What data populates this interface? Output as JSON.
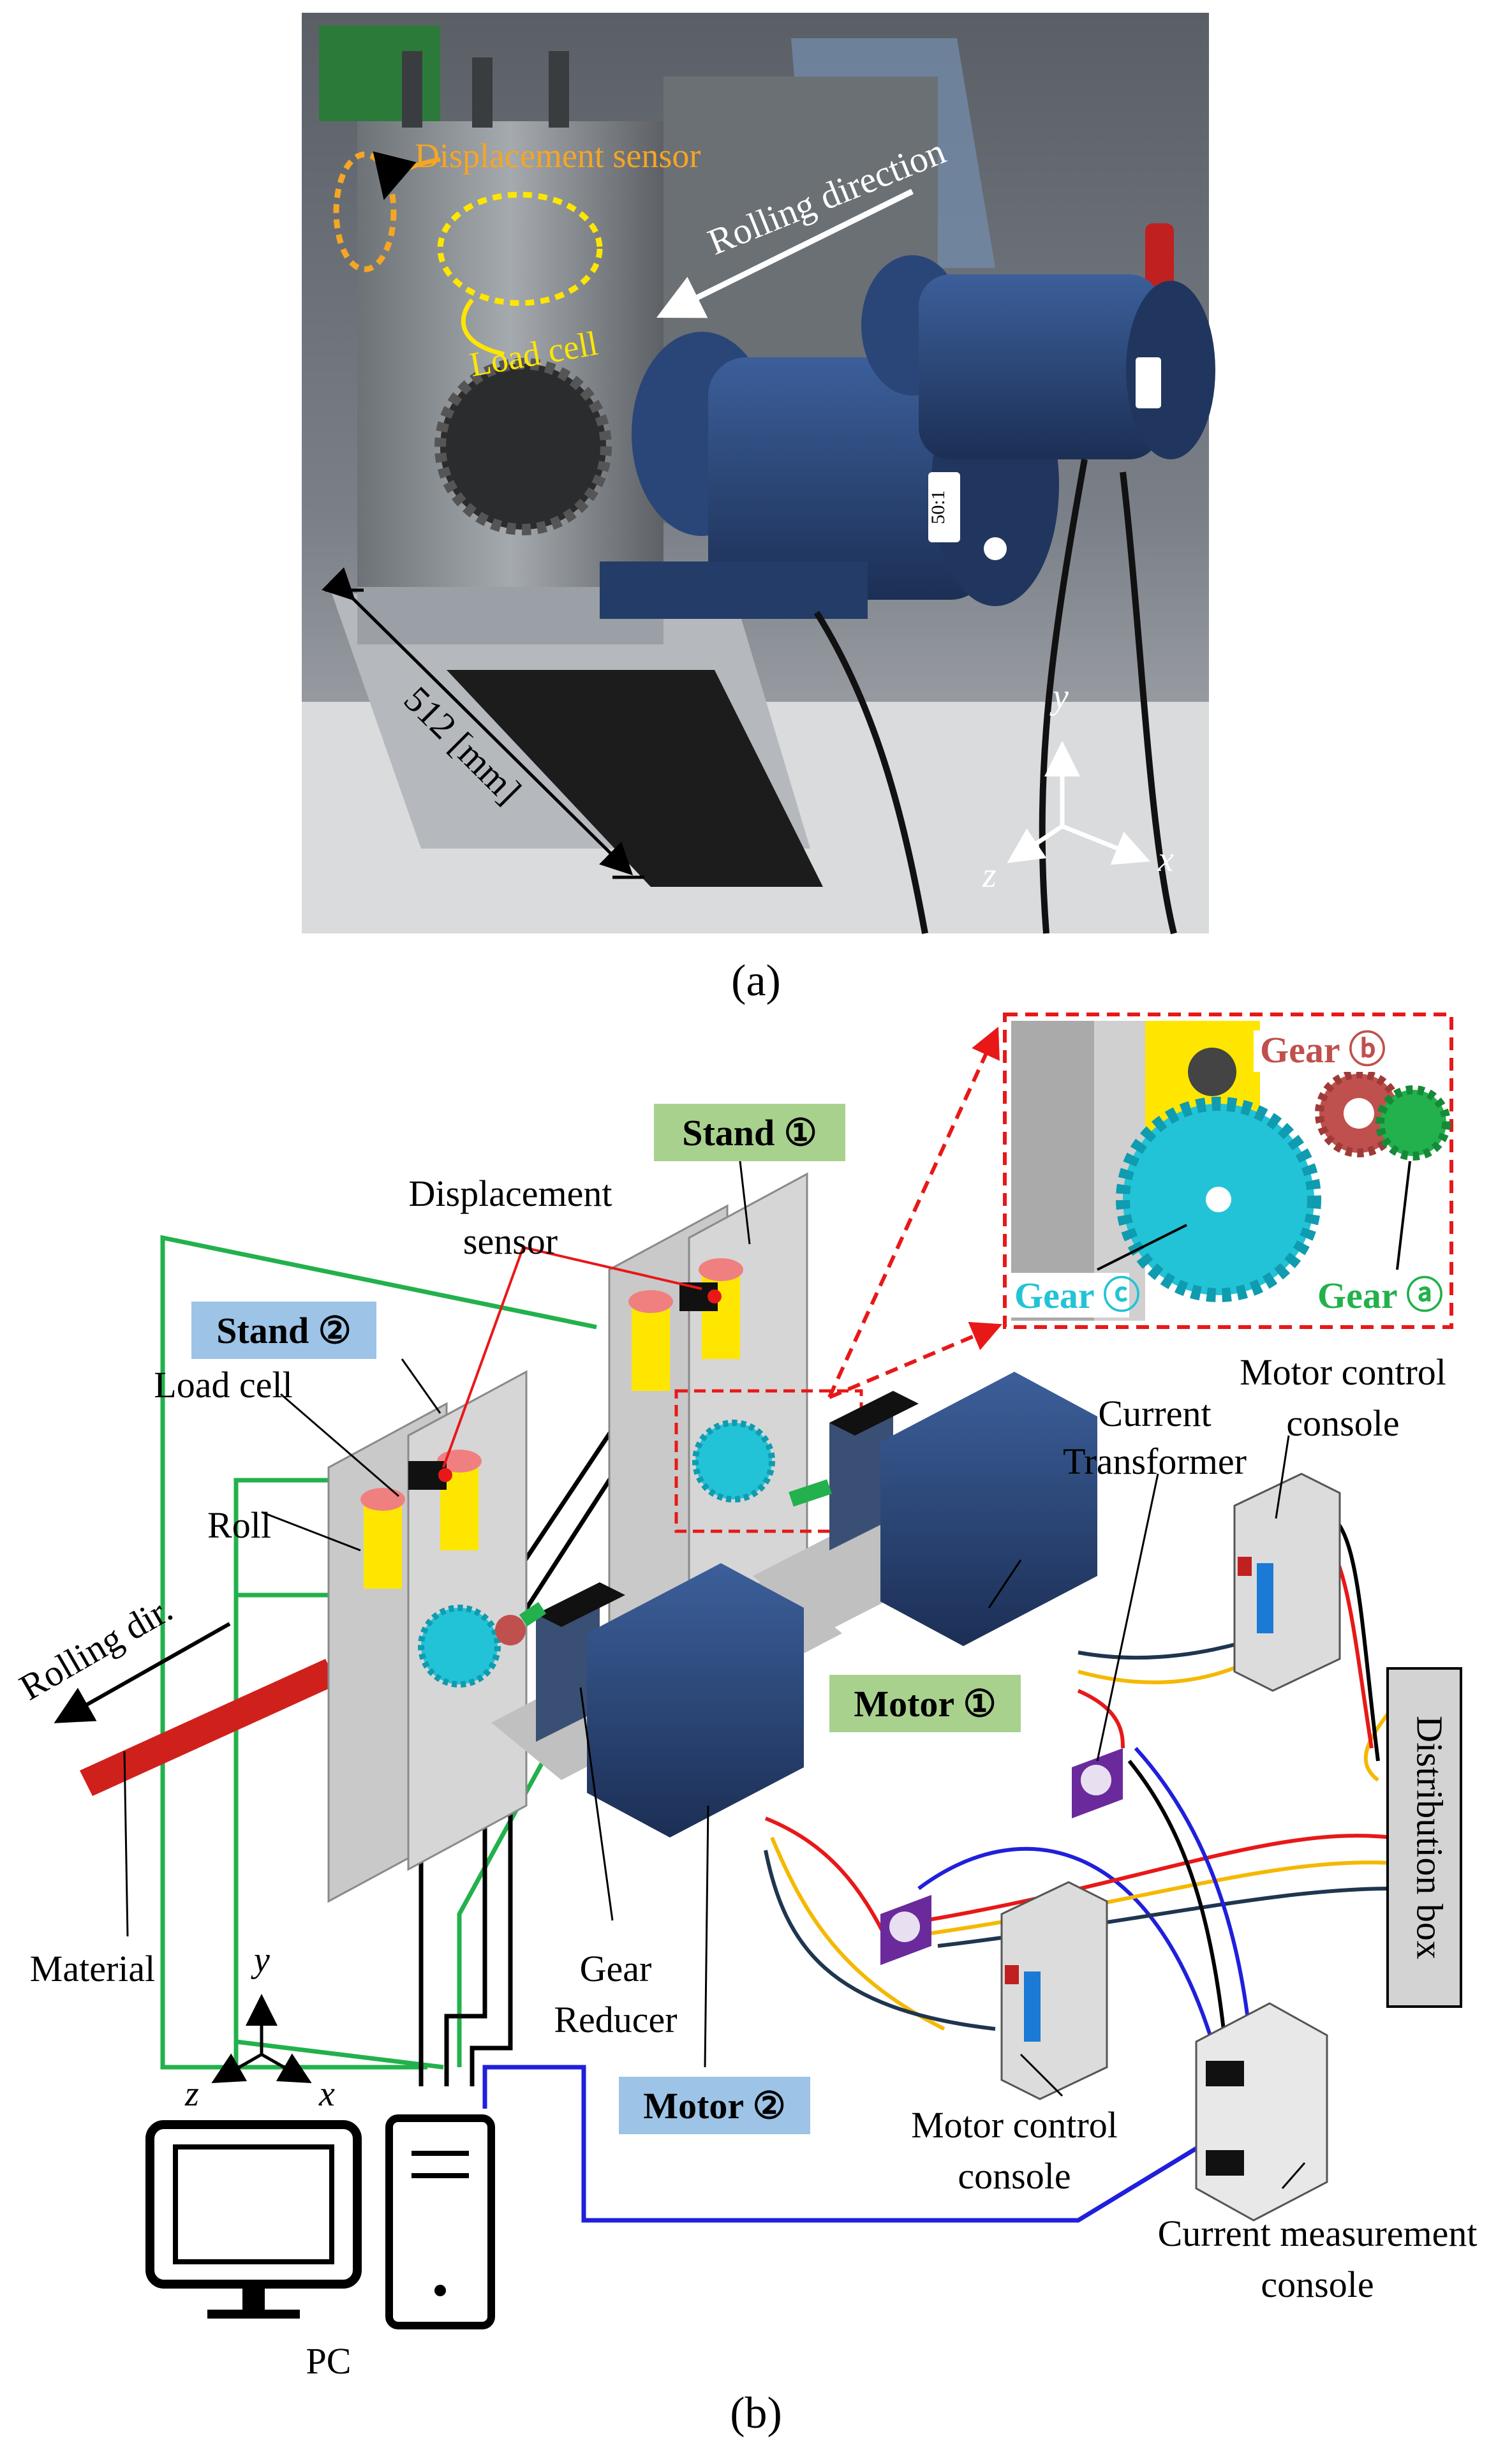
{
  "panel_a": {
    "caption": "(a)",
    "callouts": {
      "displacement_sensor": "Displacement sensor",
      "load_cell": "Load cell",
      "rolling_direction": "Rolling direction",
      "dimension": "512 [mm]",
      "motor_plate": "50:1"
    },
    "axes": {
      "x": "x",
      "y": "y",
      "z": "z"
    }
  },
  "panel_b": {
    "caption": "(b)",
    "labels": {
      "stand_1": "Stand ①",
      "stand_2": "Stand ②",
      "motor_1": "Motor ①",
      "motor_2": "Motor ②",
      "displacement_sensor_l1": "Displacement",
      "displacement_sensor_l2": "sensor",
      "load_cell": "Load cell",
      "roll": "Roll",
      "rolling_dir": "Rolling dir.",
      "material": "Material",
      "gear_reducer_l1": "Gear",
      "gear_reducer_l2": "Reducer",
      "current_transformer_l1": "Current",
      "current_transformer_l2": "Transformer",
      "motor_control_console_top_l1": "Motor control",
      "motor_control_console_top_l2": "console",
      "motor_control_console_bottom_l1": "Motor control",
      "motor_control_console_bottom_l2": "console",
      "current_measurement_console_l1": "Current measurement",
      "current_measurement_console_l2": "console",
      "distribution_box": "Distribution box",
      "pc": "PC",
      "gear_a": "Gear ⓐ",
      "gear_b": "Gear ⓑ",
      "gear_c": "Gear ⓒ"
    },
    "axes": {
      "x": "x",
      "y": "y",
      "z": "z"
    }
  },
  "colors": {
    "stand_badge_1": "#a9d18e",
    "stand_badge_2": "#9dc3e6",
    "motor_blue": "#2f4b7c",
    "gear_cyan": "#22c3d6",
    "gear_red": "#c0504d",
    "gear_green": "#22b14c",
    "material_red": "#d0201c",
    "wire_green": "#22b14c",
    "wire_blue": "#1f1fdc",
    "wire_red": "#e81818",
    "wire_yellow": "#f5b800",
    "wire_navy": "#1f3550",
    "callout_orange": "#f5a623",
    "callout_yellow": "#ffe600",
    "zoom_dash": "#e81818"
  }
}
